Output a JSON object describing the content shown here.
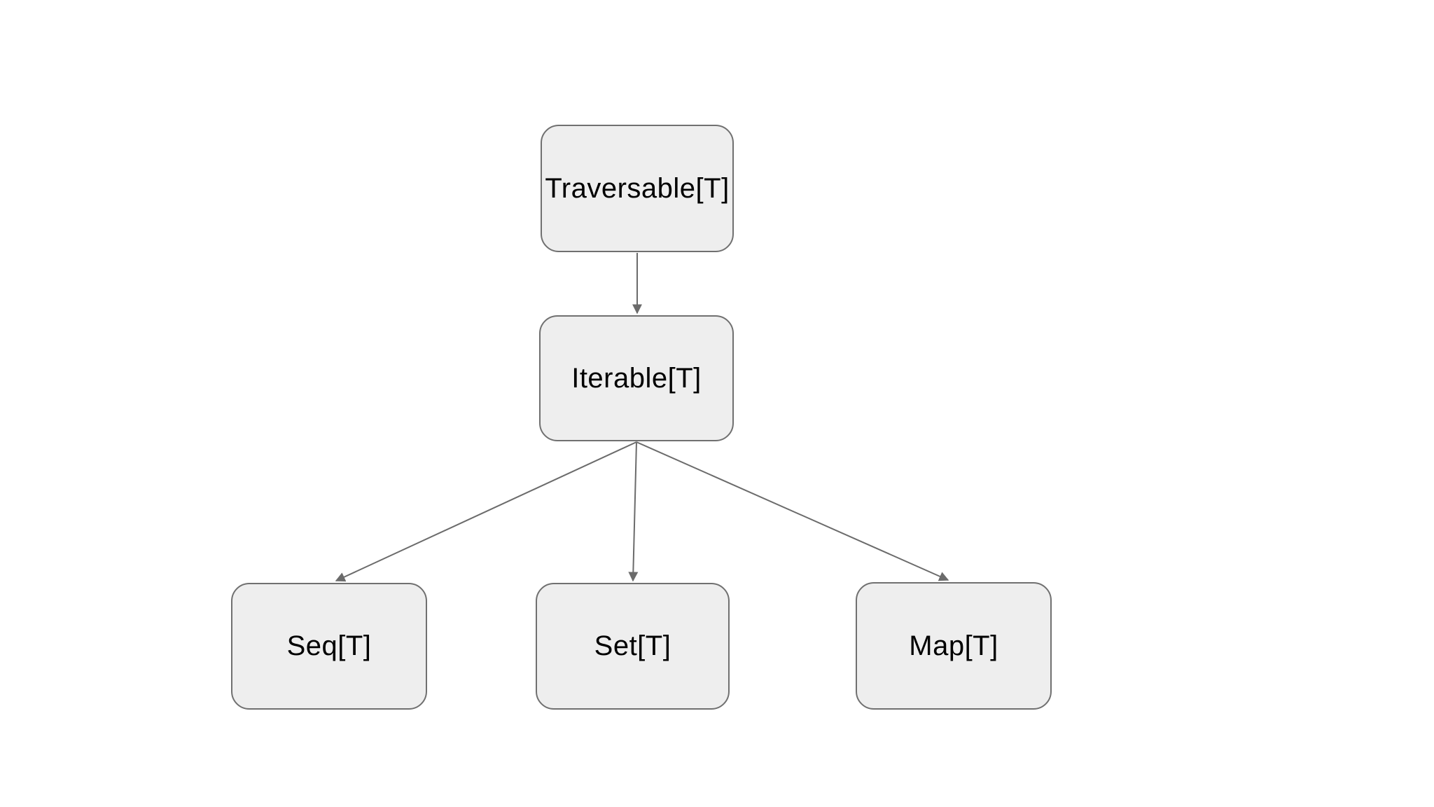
{
  "diagram": {
    "kind": "class-hierarchy",
    "colors": {
      "background": "#ffffff",
      "node_fill": "#eeeeee",
      "node_border": "#707070",
      "edge": "#6b6b6b",
      "text": "#000000"
    },
    "nodes": [
      {
        "id": "traversable",
        "label": "Traversable[T]"
      },
      {
        "id": "iterable",
        "label": "Iterable[T]"
      },
      {
        "id": "seq",
        "label": "Seq[T]"
      },
      {
        "id": "set",
        "label": "Set[T]"
      },
      {
        "id": "map",
        "label": "Map[T]"
      }
    ],
    "edges": [
      {
        "from": "Traversable[T]",
        "to": "Iterable[T]"
      },
      {
        "from": "Iterable[T]",
        "to": "Seq[T]"
      },
      {
        "from": "Iterable[T]",
        "to": "Set[T]"
      },
      {
        "from": "Iterable[T]",
        "to": "Map[T]"
      }
    ]
  }
}
